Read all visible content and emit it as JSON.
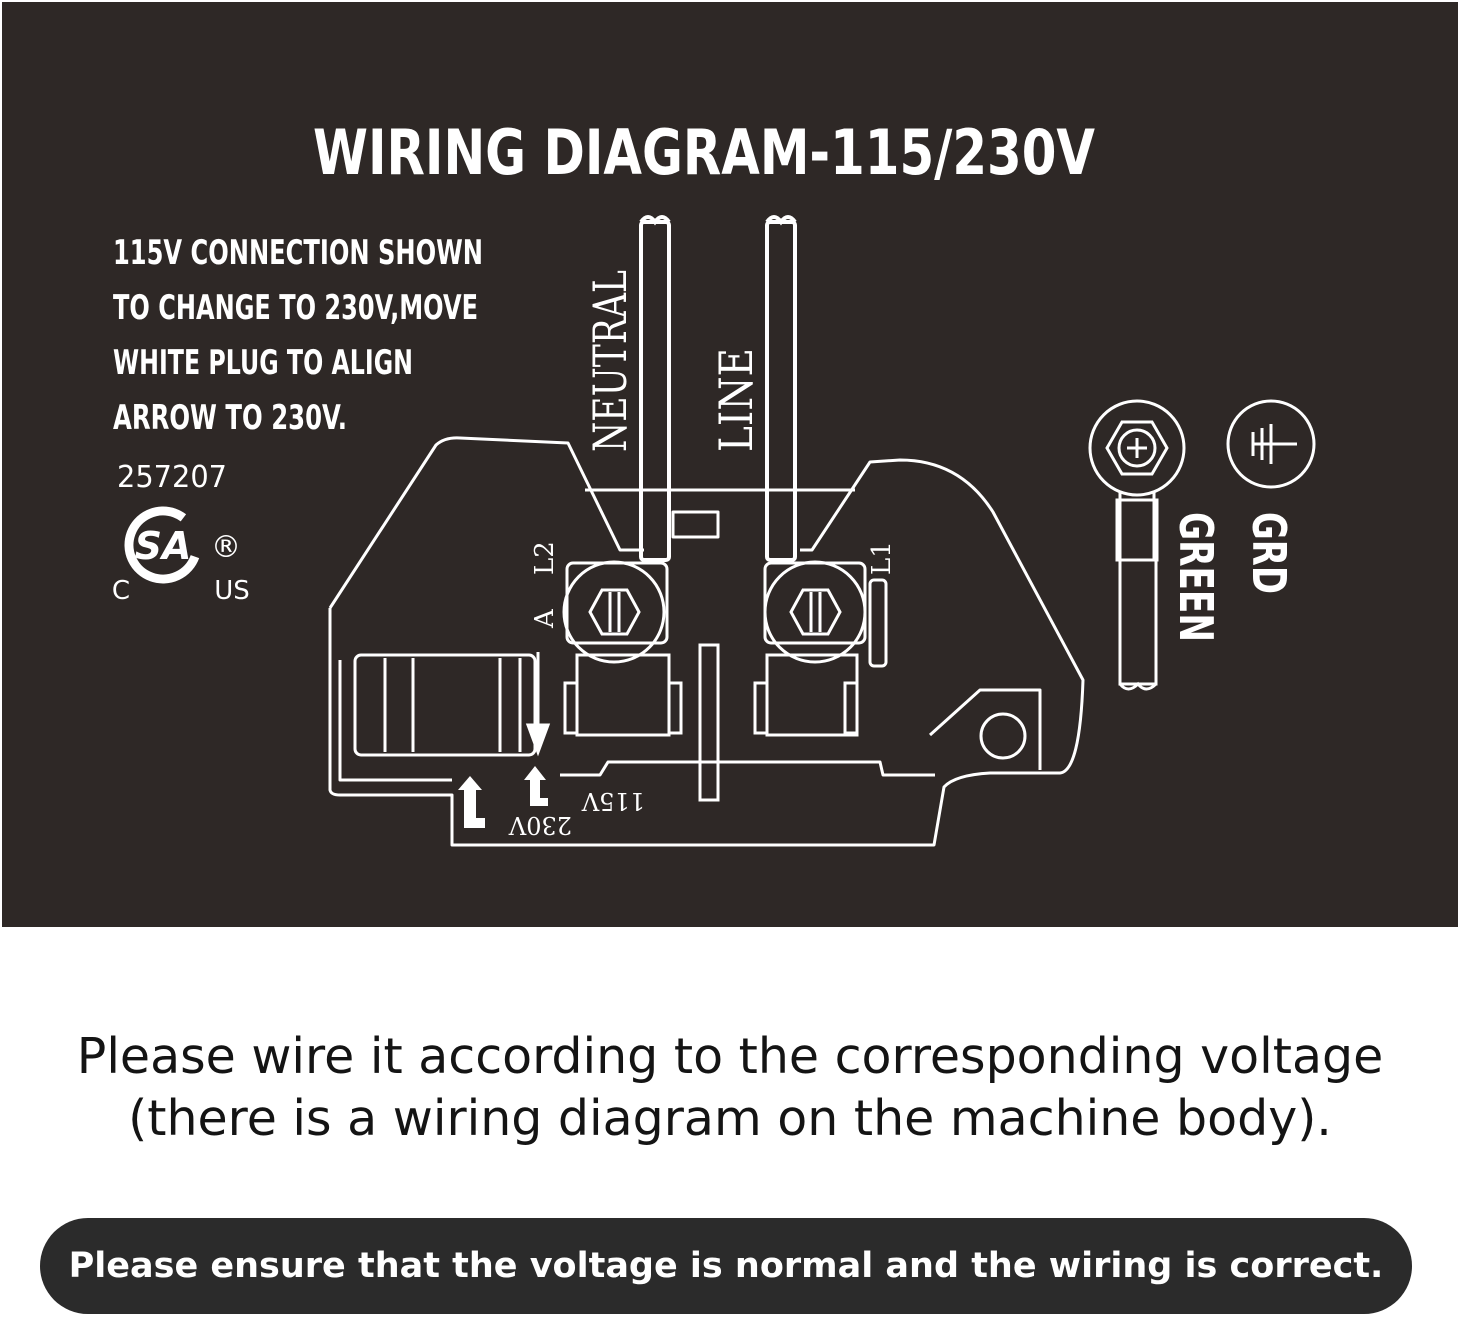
{
  "diagram": {
    "title": "WIRING DIAGRAM-115/230V",
    "instructions": [
      "115V CONNECTION SHOWN",
      "TO CHANGE TO 230V,MOVE",
      "WHITE PLUG TO ALIGN",
      "ARROW TO 230V."
    ],
    "part_number": "257207",
    "cert": {
      "logo": "CSA",
      "left": "C",
      "right": "US",
      "mark": "®"
    },
    "wire_labels": {
      "neutral": "NEUTRAL",
      "line": "LINE",
      "green": "GREEN",
      "grd": "GRD"
    },
    "terminal_labels": {
      "l2": "L2",
      "a": "A",
      "l1": "L1",
      "v115": "115V",
      "v230": "230V"
    },
    "colors": {
      "background": "#2e2826",
      "lines": "#ffffff"
    },
    "icons": [
      "ground-symbol-icon",
      "ground-screw-icon",
      "csa-logo-icon",
      "terminal-screw-icon"
    ]
  },
  "caption": {
    "line1": "Please wire it according to the corresponding voltage",
    "line2": "(there is a wiring diagram on the machine body)."
  },
  "notice": "Please ensure that the voltage is normal and the wiring is correct."
}
